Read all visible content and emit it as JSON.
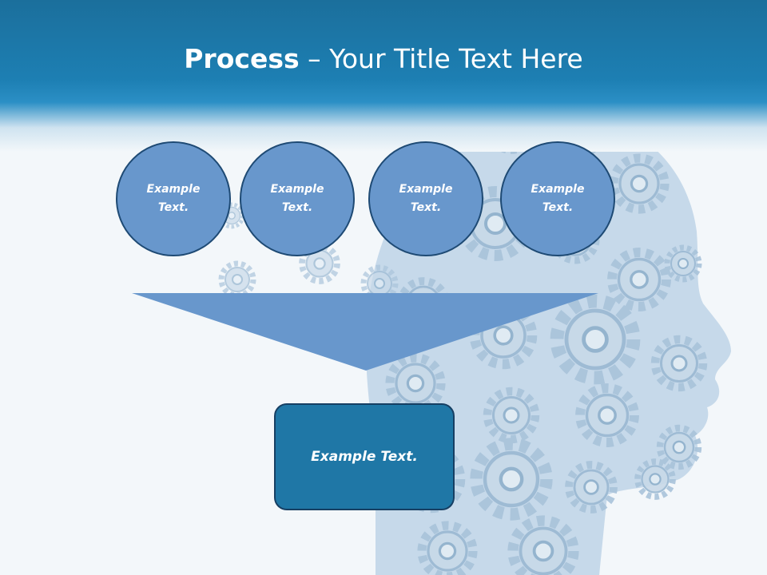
{
  "slide": {
    "title_bold": "Process",
    "title_rest": " – Your Title Text Here",
    "steps": [
      {
        "label": "Example Text."
      },
      {
        "label": "Example Text."
      },
      {
        "label": "Example Text."
      },
      {
        "label": "Example Text."
      }
    ],
    "result_label": "Example Text."
  },
  "colors": {
    "header": "#1d7fb3",
    "circle_fill": "#6897cc",
    "circle_border": "#1e4a74",
    "funnel_fill": "#6897cc",
    "result_fill": "#1f77a6"
  },
  "background_image": "head-with-gears"
}
